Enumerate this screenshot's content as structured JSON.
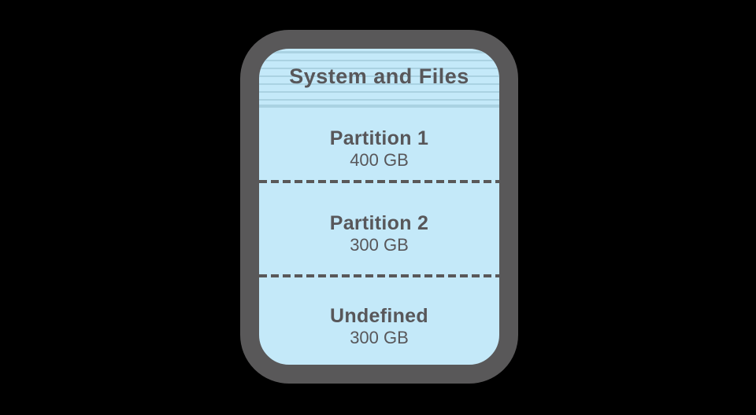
{
  "disk": {
    "header": "System and Files",
    "partitions": [
      {
        "name": "Partition 1",
        "size": "400 GB"
      },
      {
        "name": "Partition 2",
        "size": "300 GB"
      },
      {
        "name": "Undefined",
        "size": "300 GB"
      }
    ],
    "colors": {
      "border": "#595859",
      "fill": "#c4e9f9",
      "stripe": "#aad2e2",
      "text": "#58575a",
      "page_background": "#000000"
    }
  }
}
